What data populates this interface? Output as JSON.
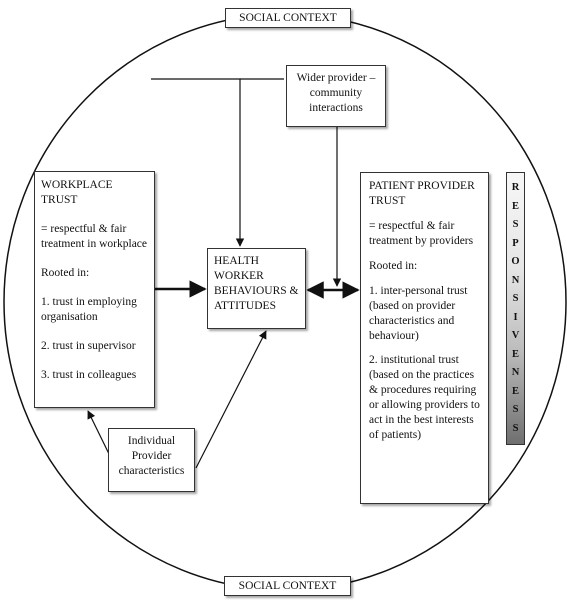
{
  "social_context": {
    "top_label": "SOCIAL CONTEXT",
    "bottom_label": "SOCIAL CONTEXT"
  },
  "wider_provider": {
    "text": "Wider provider – community interactions"
  },
  "workplace_trust": {
    "title": "WORKPLACE TRUST",
    "definition": "= respectful & fair treatment in workplace",
    "rooted": "Rooted in:",
    "items": [
      "1. trust in employing organisation",
      "2. trust in supervisor",
      "3. trust in colleagues"
    ]
  },
  "health_worker": {
    "text": "HEALTH WORKER BEHAVIOURS & ATTITUDES"
  },
  "individual_provider": {
    "text": "Individual Provider characteristics"
  },
  "patient_provider_trust": {
    "title": "PATIENT PROVIDER TRUST",
    "definition": "= respectful & fair treatment by providers",
    "rooted": "Rooted in:",
    "items": [
      "1. inter-personal trust (based on provider characteristics and behaviour)",
      "2. institutional trust (based on the practices & procedures requiring or allowing providers to act in the best interests of patients)"
    ]
  },
  "responsiveness": {
    "letters": [
      "R",
      "E",
      "S",
      "P",
      "O",
      "N",
      "S",
      "I",
      "V",
      "E",
      "N",
      "E",
      "S",
      "S"
    ]
  }
}
